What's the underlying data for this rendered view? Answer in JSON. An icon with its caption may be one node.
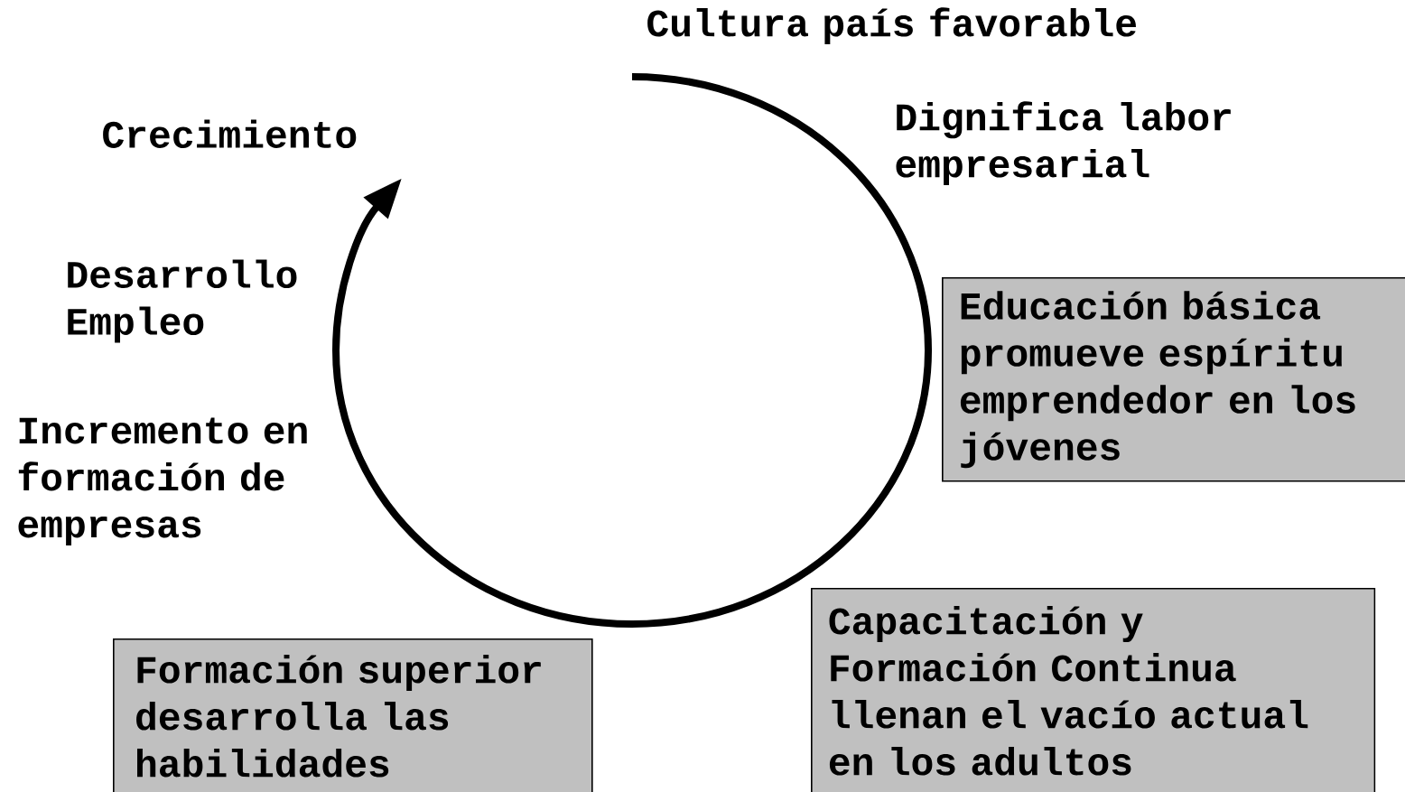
{
  "diagram": {
    "nodes": [
      {
        "text": [
          "Educación básica promueve espíritu emprendedor en los jóvenes"
        ]
      },
      {
        "text": [
          "Capacitación y Formación Continua llenan el vacío actual en los adultos"
        ]
      },
      {
        "text": [
          "Formación superior desarrolla las habilidades"
        ]
      }
    ],
    "labels": [
      "Cultura país favorable",
      "Dignifica labor empresarial",
      "Crecimiento",
      "Desarrollo Empleo",
      "Incremento en formación de empresas"
    ]
  }
}
